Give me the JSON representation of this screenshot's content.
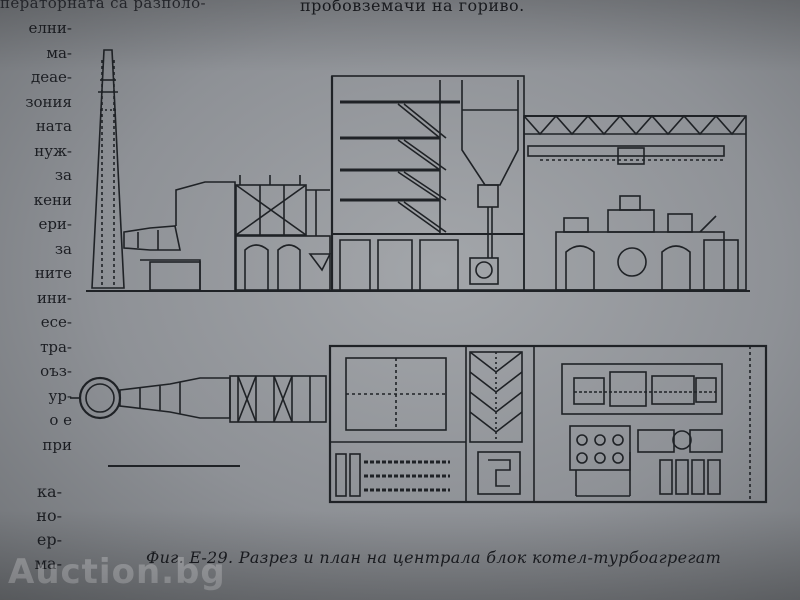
{
  "page": {
    "top_fragment_left": "ператорната са разполо-",
    "top_fragment": "пробовземачи на гориво.",
    "margin_lines": [
      "елни-",
      "ма-",
      "деае-",
      "зония",
      "ната",
      "нуж-",
      "за",
      "кени",
      "ери-",
      "за",
      "ните",
      "ини-",
      "есе-",
      "тра-",
      "оъз-",
      "ур-",
      "о е",
      "при"
    ],
    "margin_lines_bottom": [
      "ка-",
      "но-",
      "ер-",
      "ма-"
    ],
    "caption": "Фиг. Е-29. Разрез и план на централа блок котел-турбоагрегат",
    "watermark": "Auction.bg"
  },
  "figure": {
    "type": "technical drawing",
    "views": [
      "section",
      "plan"
    ]
  }
}
